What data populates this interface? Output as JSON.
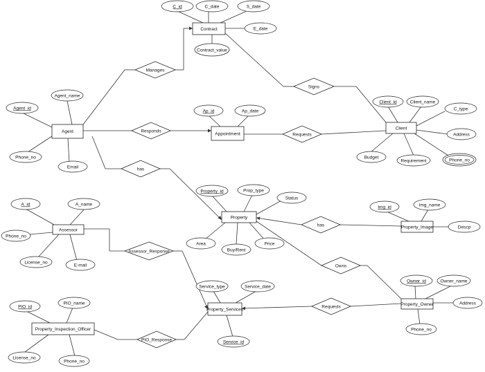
{
  "entities": [
    {
      "id": "contract",
      "label": "Contract"
    },
    {
      "id": "agent",
      "label": "Agent"
    },
    {
      "id": "appointment",
      "label": "Appointment"
    },
    {
      "id": "client",
      "label": "Client"
    },
    {
      "id": "property",
      "label": "Property"
    },
    {
      "id": "assessor",
      "label": "Assessor"
    },
    {
      "id": "property_image",
      "label": "Property_Image"
    },
    {
      "id": "property_owner",
      "label": "Property_Owner"
    },
    {
      "id": "property_services",
      "label": "Property_Services"
    },
    {
      "id": "pio",
      "label": "Property_Inspection_Officer"
    }
  ],
  "relationships": [
    {
      "id": "manages",
      "label": "Manages"
    },
    {
      "id": "signs",
      "label": "Signs"
    },
    {
      "id": "responds",
      "label": "Responds"
    },
    {
      "id": "requests_client",
      "label": "Requests"
    },
    {
      "id": "has_agent",
      "label": "has"
    },
    {
      "id": "has_image",
      "label": "has"
    },
    {
      "id": "owns",
      "label": "Owns"
    },
    {
      "id": "assessor_response",
      "label": "Assessor_Response"
    },
    {
      "id": "requests_owner",
      "label": "Requests"
    },
    {
      "id": "pio_response",
      "label": "PIO_Response"
    }
  ],
  "attributes": [
    {
      "id": "c_id",
      "label": "C_id",
      "key": true
    },
    {
      "id": "c_date",
      "label": "C_date"
    },
    {
      "id": "s_date",
      "label": "S_date"
    },
    {
      "id": "e_date",
      "label": "E_date"
    },
    {
      "id": "contract_value",
      "label": "Contract_value"
    },
    {
      "id": "agent_id",
      "label": "Agent_id",
      "key": true
    },
    {
      "id": "agent_name",
      "label": "Agent_name"
    },
    {
      "id": "agent_phone",
      "label": "Phone_no"
    },
    {
      "id": "agent_email",
      "label": "Email"
    },
    {
      "id": "ap_id",
      "label": "Ap_id",
      "key": true
    },
    {
      "id": "ap_date",
      "label": "Ap_date"
    },
    {
      "id": "client_id",
      "label": "Client_id",
      "key": true
    },
    {
      "id": "client_name",
      "label": "Client_name"
    },
    {
      "id": "c_type",
      "label": "C_type"
    },
    {
      "id": "address_client",
      "label": "Address"
    },
    {
      "id": "client_phone",
      "label": "Phone_no",
      "multivalued": true
    },
    {
      "id": "requirement",
      "label": "Requirement"
    },
    {
      "id": "budget",
      "label": "Budget"
    },
    {
      "id": "property_id",
      "label": "Property_id",
      "key": true
    },
    {
      "id": "prop_type",
      "label": "Prop_type"
    },
    {
      "id": "status",
      "label": "Status"
    },
    {
      "id": "area",
      "label": "Area"
    },
    {
      "id": "buy_rent",
      "label": "Buy/Rent"
    },
    {
      "id": "price",
      "label": "Price"
    },
    {
      "id": "img_id",
      "label": "Img_id",
      "key": true
    },
    {
      "id": "img_name",
      "label": "Img_name"
    },
    {
      "id": "descp",
      "label": "Descp"
    },
    {
      "id": "a_id",
      "label": "A_id",
      "key": true
    },
    {
      "id": "a_name",
      "label": "A_name"
    },
    {
      "id": "assessor_phone",
      "label": "Phone_no"
    },
    {
      "id": "assessor_license",
      "label": "License_no"
    },
    {
      "id": "assessor_email",
      "label": "E-mail"
    },
    {
      "id": "owner_id",
      "label": "Owner_id",
      "key": true
    },
    {
      "id": "owner_name",
      "label": "Owner_name"
    },
    {
      "id": "owner_address",
      "label": "Address"
    },
    {
      "id": "owner_phone",
      "label": "Phone_no"
    },
    {
      "id": "service_type",
      "label": "Service_type"
    },
    {
      "id": "service_date",
      "label": "Service_date"
    },
    {
      "id": "service_id",
      "label": "Service_id",
      "key": true
    },
    {
      "id": "pio_id",
      "label": "PIO_id",
      "key": true
    },
    {
      "id": "pio_name",
      "label": "PIO_name"
    },
    {
      "id": "pio_license",
      "label": "License_no"
    },
    {
      "id": "pio_phone",
      "label": "Phone_no"
    }
  ]
}
